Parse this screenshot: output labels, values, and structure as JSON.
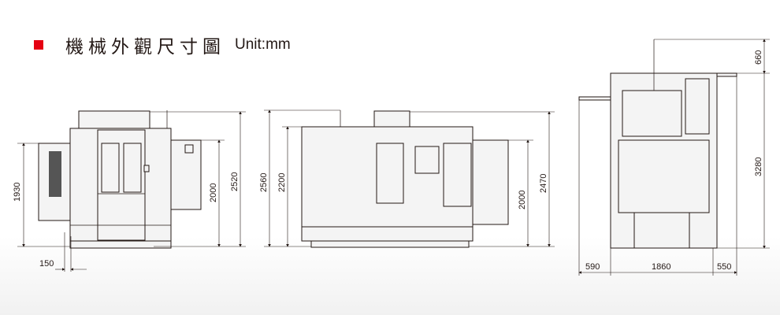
{
  "header": {
    "title": "機械外觀尺寸圖",
    "unit": "Unit:mm",
    "accent_color": "#e50012"
  },
  "dimensions": {
    "front": {
      "left_panel_height": "1930",
      "right_panel_height": "2000",
      "overall_height": "2520",
      "offset": "150"
    },
    "side": {
      "overall_height": "2560",
      "body_height": "2200",
      "panel_height": "2000",
      "top_height": "2470"
    },
    "top": {
      "extension": "660",
      "depth": "3280",
      "left_width": "590",
      "body_width": "1860",
      "right_width": "550"
    }
  }
}
